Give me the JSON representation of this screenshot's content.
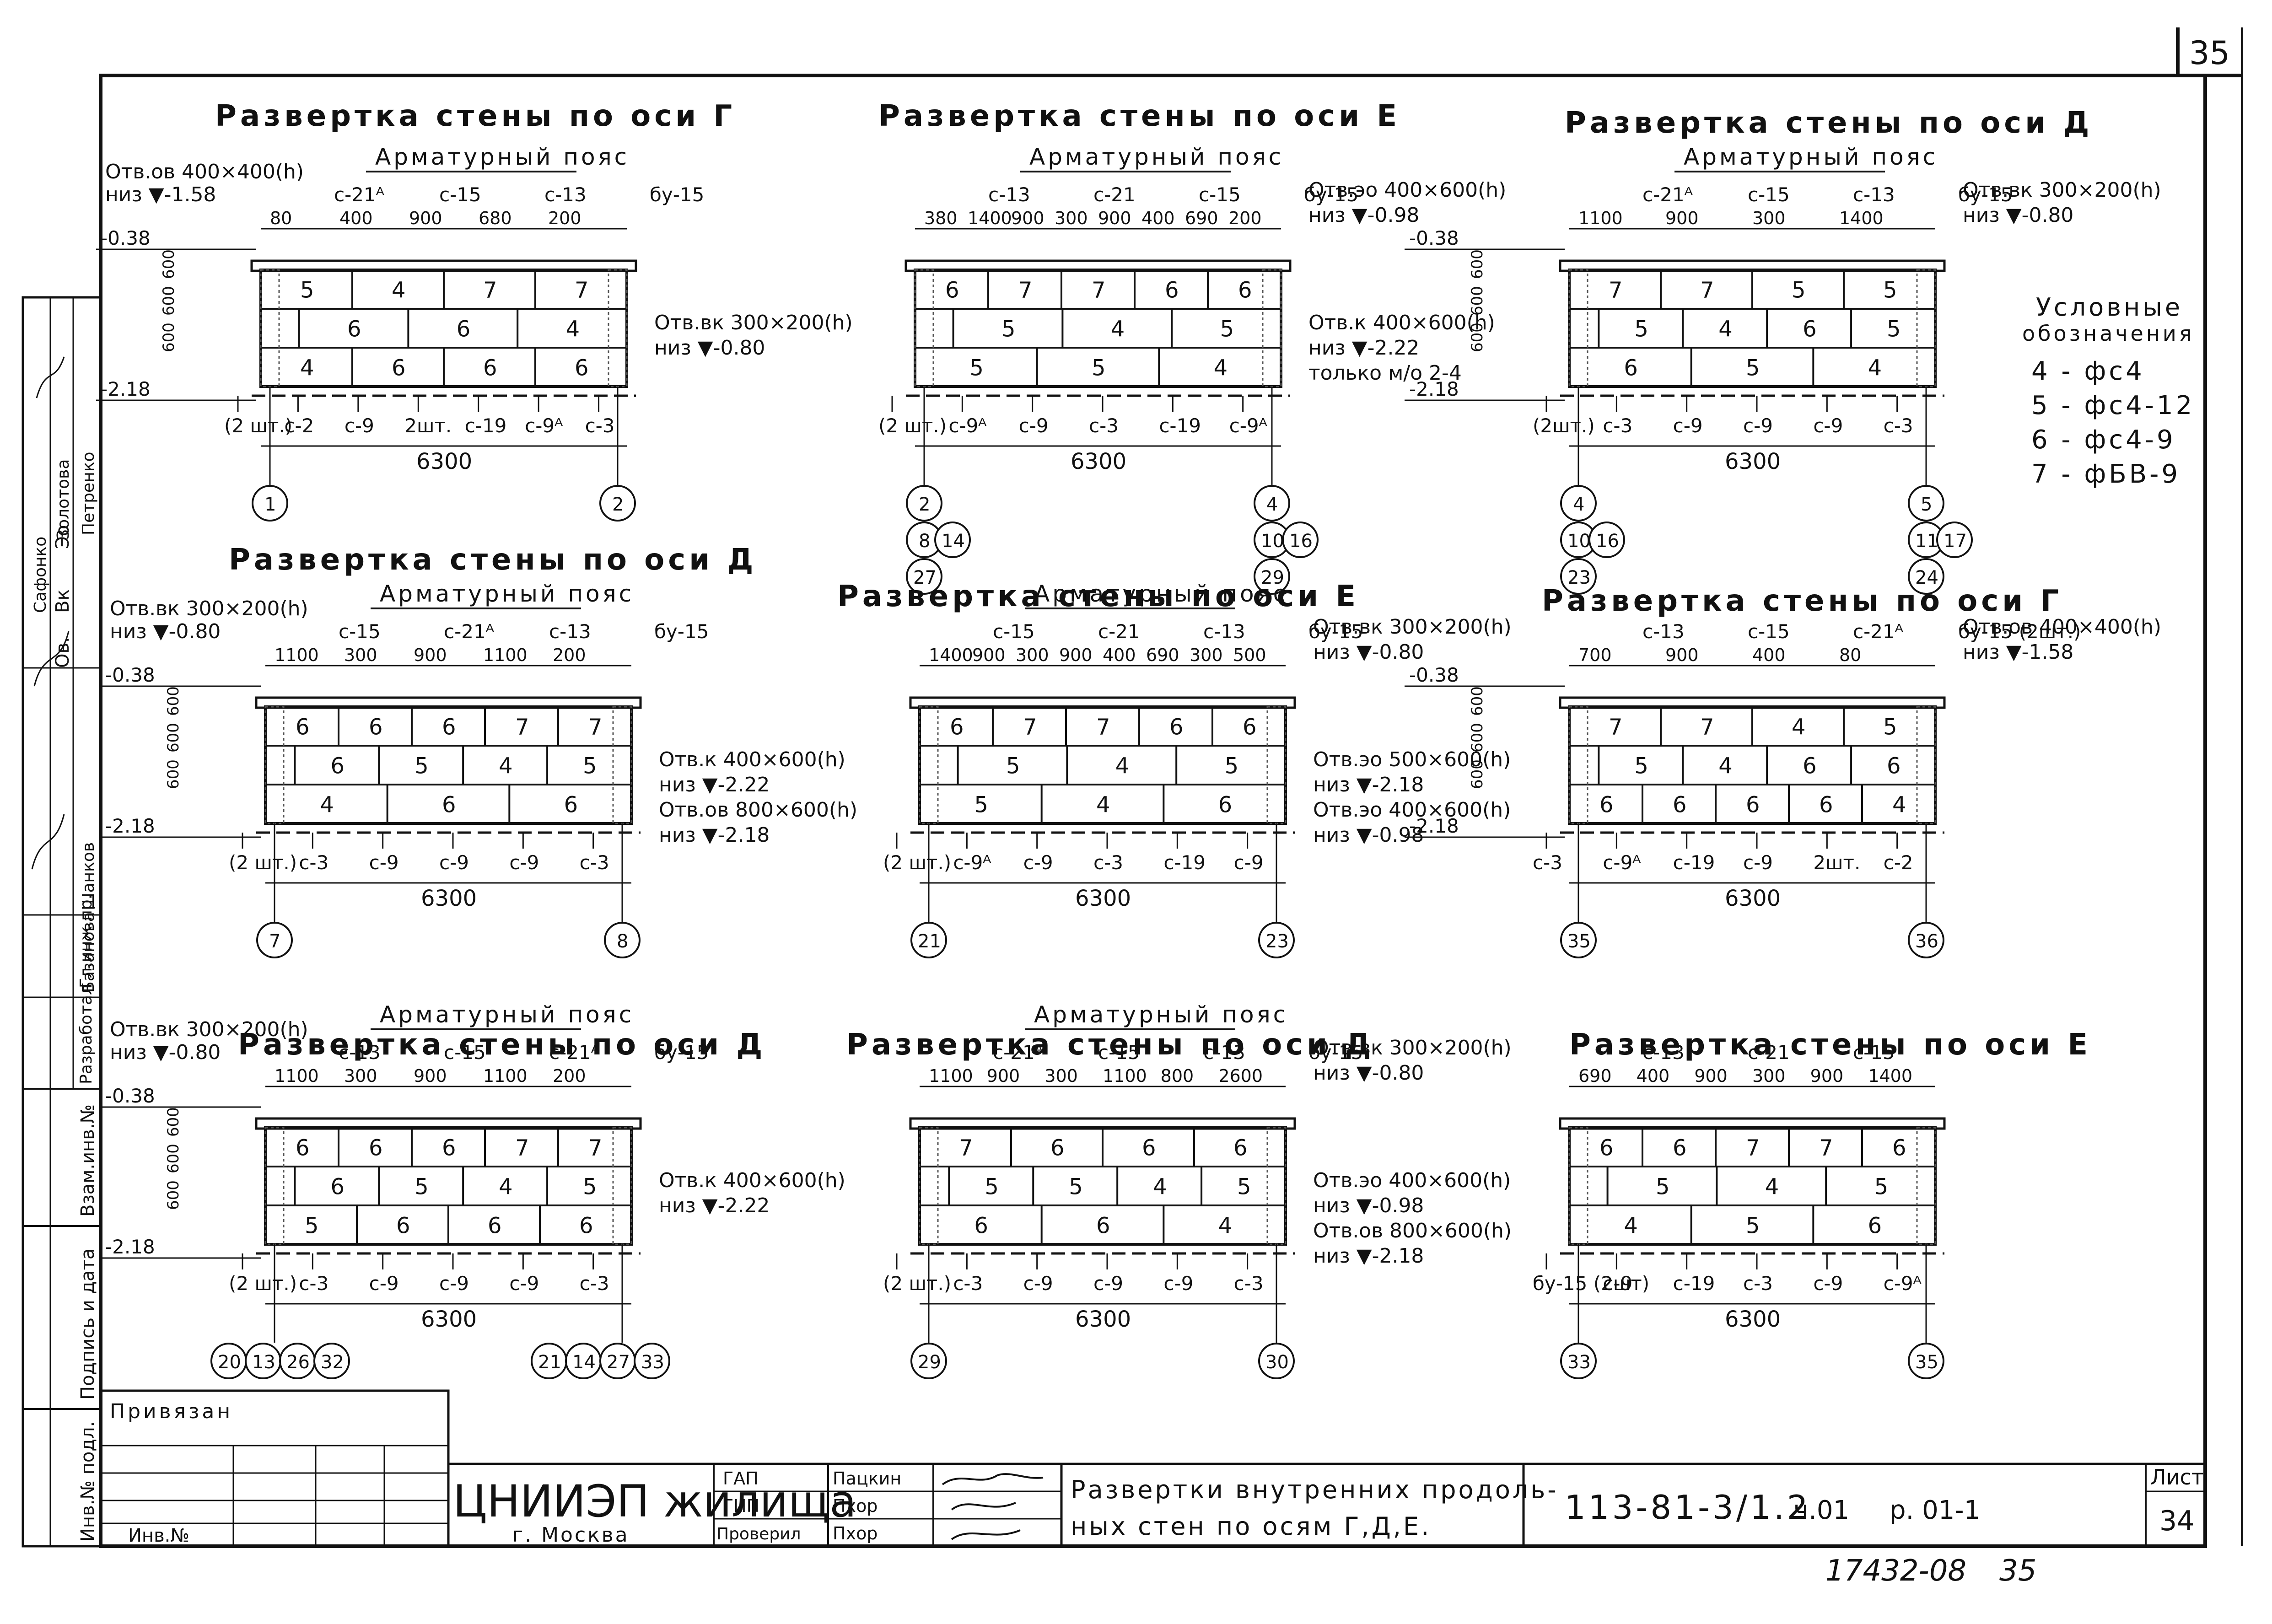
{
  "sheet": {
    "page_number": "35",
    "stamp_number": "17432-08",
    "stamp_page": "35"
  },
  "legend": {
    "title_line1": "Условные",
    "title_line2": "обозначения",
    "items": [
      "4 - фс4",
      "5 - фс4-12",
      "6 - фс4-9",
      "7 - фБВ-9"
    ]
  },
  "side_stamp": {
    "rows": [
      "Инв.№ подл.",
      "Подпись и дата",
      "Взам.инв.№",
      "Разработал",
      "Гл.инж.пр.",
      "Ов.",
      "Вк",
      "Эо"
    ],
    "names": [
      "Базанова",
      "Шанков",
      "Сафонко",
      "Золотова",
      "Петренко"
    ]
  },
  "walls": [
    {
      "title": "Развертка стены по оси Г",
      "belt": "Арматурный пояс",
      "total": "6300",
      "axes_left": [
        "1"
      ],
      "axes_right": [
        "2"
      ],
      "callouts": [
        "Отв.ов 400×400(h)",
        "низ ▼-1.58",
        "Отв.вк 300×200(h)",
        "низ ▼-0.80"
      ],
      "codes": [
        "с-21ᴬ",
        "с-15",
        "с-13",
        "бу-15",
        "(2 шт.)",
        "с-2",
        "с-9",
        "2шт.",
        "с-19",
        "с-9ᴬ",
        "с-3"
      ],
      "dims": [
        "80",
        "400",
        "900",
        "680",
        "200"
      ],
      "levels": [
        "-0.38",
        "-2.18",
        "600",
        "600",
        "600"
      ],
      "rows": [
        [
          "5",
          "4",
          "7",
          "7"
        ],
        [
          "6",
          "6",
          "4"
        ],
        [
          "4",
          "6",
          "6",
          "6"
        ]
      ]
    },
    {
      "title": "Развертка стены по оси Е",
      "belt": "Арматурный пояс",
      "total": "6300",
      "axes_left": [
        "2",
        "8",
        "14",
        "27"
      ],
      "axes_right": [
        "4",
        "10",
        "16",
        "29"
      ],
      "callouts": [
        "Отв.эо 400×600(h)",
        "низ ▼-0.98",
        "Отв.к 400×600(h)",
        "низ ▼-2.22",
        "только м/о 2-4"
      ],
      "codes": [
        "с-13",
        "с-21",
        "с-15",
        "бу-15",
        "(2 шт.)",
        "с-9ᴬ",
        "с-9",
        "с-3",
        "с-19",
        "с-9ᴬ"
      ],
      "dims": [
        "380",
        "1400",
        "900",
        "300",
        "900",
        "400",
        "690",
        "200"
      ],
      "levels": [],
      "rows": [
        [
          "6",
          "7",
          "7",
          "6",
          "6"
        ],
        [
          "5",
          "4",
          "5"
        ],
        [
          "5",
          "5",
          "4"
        ]
      ]
    },
    {
      "title": "Развертка стены по оси Д",
      "belt": "Арматурный пояс",
      "total": "6300",
      "axes_left": [
        "4",
        "10",
        "16",
        "23"
      ],
      "axes_right": [
        "5",
        "11",
        "17",
        "24"
      ],
      "callouts": [
        "Отв.вк 300×200(h)",
        "низ ▼-0.80"
      ],
      "codes": [
        "с-21ᴬ",
        "с-15",
        "с-13",
        "бу-15",
        "(2шт.)",
        "с-3",
        "с-9",
        "с-9",
        "с-9",
        "с-3"
      ],
      "dims": [
        "1100",
        "900",
        "300",
        "1400"
      ],
      "levels": [
        "-0.38",
        "-2.18",
        "600",
        "600",
        "600"
      ],
      "rows": [
        [
          "7",
          "7",
          "5",
          "5"
        ],
        [
          "5",
          "4",
          "6",
          "5"
        ],
        [
          "6",
          "5",
          "4"
        ]
      ]
    },
    {
      "title": "Развертка стены по оси Д",
      "belt": "Арматурный пояс",
      "total": "6300",
      "axes_left": [
        "7"
      ],
      "axes_right": [
        "8"
      ],
      "callouts": [
        "Отв.вк 300×200(h)",
        "низ ▼-0.80",
        "Отв.к 400×600(h)",
        "низ ▼-2.22",
        "Отв.ов 800×600(h)",
        "низ ▼-2.18"
      ],
      "codes": [
        "с-15",
        "с-21ᴬ",
        "с-13",
        "бу-15",
        "(2 шт.)",
        "с-3",
        "с-9",
        "с-9",
        "с-9",
        "с-3"
      ],
      "dims": [
        "1100",
        "300",
        "900",
        "1100",
        "200"
      ],
      "levels": [
        "-0.38",
        "-2.18",
        "600",
        "600",
        "600"
      ],
      "rows": [
        [
          "6",
          "6",
          "6",
          "7",
          "7"
        ],
        [
          "6",
          "5",
          "4",
          "5"
        ],
        [
          "4",
          "6",
          "6"
        ]
      ]
    },
    {
      "title": "Развертка стены по оси Е",
      "belt": "Арматурный пояс",
      "total": "6300",
      "axes_left": [
        "21"
      ],
      "axes_right": [
        "23"
      ],
      "callouts": [
        "Отв.вк 300×200(h)",
        "низ ▼-0.80",
        "Отв.эо 500×600(h)",
        "низ ▼-2.18",
        "Отв.эо 400×600(h)",
        "низ ▼-0.98"
      ],
      "codes": [
        "с-15",
        "с-21",
        "с-13",
        "бу-15",
        "(2 шт.)",
        "с-9ᴬ",
        "с-9",
        "с-3",
        "с-19",
        "с-9"
      ],
      "dims": [
        "1400",
        "900",
        "300",
        "900",
        "400",
        "690",
        "300",
        "500"
      ],
      "levels": [],
      "rows": [
        [
          "6",
          "7",
          "7",
          "6",
          "6"
        ],
        [
          "5",
          "4",
          "5"
        ],
        [
          "5",
          "4",
          "6"
        ]
      ]
    },
    {
      "title": "Развертка стены по оси Г",
      "belt": "",
      "total": "6300",
      "axes_left": [
        "35"
      ],
      "axes_right": [
        "36"
      ],
      "callouts": [
        "Отв.ов 400×400(h)",
        "низ ▼-1.58"
      ],
      "codes": [
        "с-13",
        "с-15",
        "с-21ᴬ",
        "бу-15 (2шт.)",
        "с-3",
        "с-9ᴬ",
        "с-19",
        "с-9",
        "2шт.",
        "с-2"
      ],
      "dims": [
        "700",
        "900",
        "400",
        "80"
      ],
      "levels": [
        "-0.38",
        "-2.18",
        "600",
        "600",
        "600"
      ],
      "rows": [
        [
          "7",
          "7",
          "4",
          "5"
        ],
        [
          "5",
          "4",
          "6",
          "6"
        ],
        [
          "6",
          "6",
          "6",
          "6",
          "4"
        ]
      ]
    },
    {
      "title": "Развертка стены по оси Д",
      "belt": "Арматурный пояс",
      "total": "6300",
      "axes_left": [
        "20",
        "13",
        "26",
        "32"
      ],
      "axes_right": [
        "21",
        "14",
        "27",
        "33"
      ],
      "callouts": [
        "Отв.вк 300×200(h)",
        "низ ▼-0.80",
        "Отв.к 400×600(h)",
        "низ ▼-2.22"
      ],
      "codes": [
        "с-13",
        "с-15",
        "с-21ᴬ",
        "бу-15",
        "(2 шт.)",
        "с-3",
        "с-9",
        "с-9",
        "с-9",
        "с-3"
      ],
      "dims": [
        "1100",
        "300",
        "900",
        "1100",
        "200"
      ],
      "levels": [
        "-0.38",
        "-2.18",
        "600",
        "600",
        "600"
      ],
      "rows": [
        [
          "6",
          "6",
          "6",
          "7",
          "7"
        ],
        [
          "6",
          "5",
          "4",
          "5"
        ],
        [
          "5",
          "6",
          "6",
          "6"
        ]
      ]
    },
    {
      "title": "Развертка стены по оси Д",
      "belt": "Арматурный пояс",
      "total": "6300",
      "axes_left": [
        "29"
      ],
      "axes_right": [
        "30"
      ],
      "callouts": [
        "Отв.вк 300×200(h)",
        "низ ▼-0.80",
        "Отв.эо 400×600(h)",
        "низ ▼-0.98",
        "Отв.ов 800×600(h)",
        "низ ▼-2.18"
      ],
      "codes": [
        "с-21ᴬ",
        "с-15",
        "с-13",
        "бу-15",
        "(2 шт.)",
        "с-3",
        "с-9",
        "с-9",
        "с-9",
        "с-3"
      ],
      "dims": [
        "1100",
        "900",
        "300",
        "1100",
        "800",
        "2600"
      ],
      "levels": [],
      "rows": [
        [
          "7",
          "6",
          "6",
          "6"
        ],
        [
          "5",
          "5",
          "4",
          "5"
        ],
        [
          "6",
          "6",
          "4"
        ]
      ]
    },
    {
      "title": "Развертка стены по оси Е",
      "belt": "",
      "total": "6300",
      "axes_left": [
        "33"
      ],
      "axes_right": [
        "35"
      ],
      "callouts": [],
      "codes": [
        "с-13",
        "с-21",
        "с-15",
        "бу-15 (2шт)",
        "с-9",
        "с-19",
        "с-3",
        "с-9",
        "с-9ᴬ"
      ],
      "dims": [
        "690",
        "400",
        "900",
        "300",
        "900",
        "1400"
      ],
      "levels": [],
      "rows": [
        [
          "6",
          "6",
          "7",
          "7",
          "6"
        ],
        [
          "5",
          "4",
          "5"
        ],
        [
          "4",
          "5",
          "6"
        ]
      ]
    }
  ],
  "title_block": {
    "bound_label": "Привязан",
    "inv_label": "Инв.№",
    "org_name": "ЦНИИЭП жилища",
    "org_city": "г. Москва",
    "roles": [
      "ГАП",
      "ГИП",
      "Проверил"
    ],
    "people": [
      "Пацкин",
      "Пхор",
      "Пхор"
    ],
    "drawing_title_line1": "Развертки внутренних продоль-",
    "drawing_title_line2": "ных стен по осям Г,Д,Е.",
    "code": "113-81-3/1.2",
    "part": "ч.01",
    "section": "р. 01-1",
    "list_label": "Лист",
    "list_number": "34"
  },
  "colors": {
    "ink": "#111111",
    "paper": "#ffffff",
    "hatch": "#555555"
  }
}
